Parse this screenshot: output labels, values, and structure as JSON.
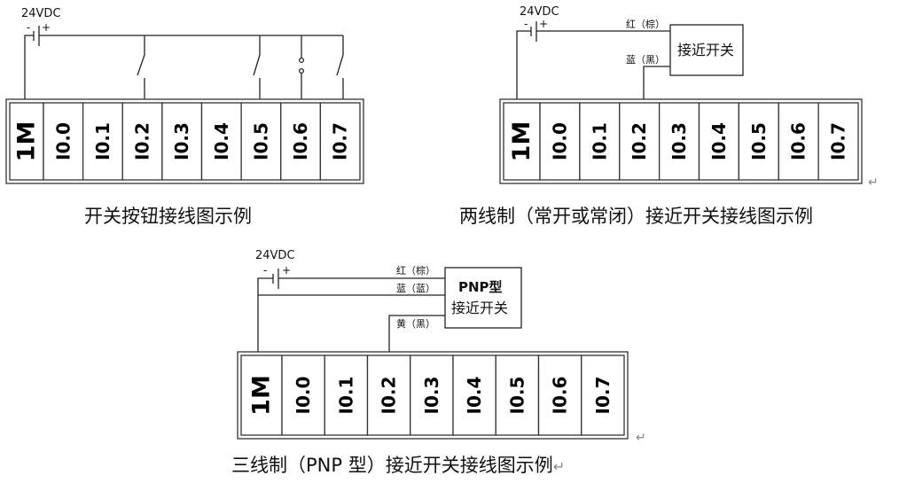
{
  "diagram1": {
    "power": {
      "voltage": "24VDC",
      "neg": "-",
      "pos": "+"
    },
    "terminals": [
      "1M",
      "I0.0",
      "I0.1",
      "I0.2",
      "I0.3",
      "I0.4",
      "I0.5",
      "I0.6",
      "I0.7"
    ],
    "caption": "开关按钮接线图示例"
  },
  "diagram2": {
    "power": {
      "voltage": "24VDC",
      "neg": "-",
      "pos": "+"
    },
    "sensor_label": "接近开关",
    "wire_red": "红（棕）",
    "wire_blue": "蓝（黑）",
    "terminals": [
      "1M",
      "I0.0",
      "I0.1",
      "I0.2",
      "I0.3",
      "I0.4",
      "I0.5",
      "I0.6",
      "I0.7"
    ],
    "caption": "两线制（常开或常闭）接近开关接线图示例"
  },
  "diagram3": {
    "power": {
      "voltage": "24VDC",
      "neg": "-",
      "pos": "+"
    },
    "sensor_label_top": "PNP型",
    "sensor_label_bottom": "接近开关",
    "wire_red": "红（棕）",
    "wire_blue": "蓝（蓝）",
    "wire_yellow": "黄（黑）",
    "terminals": [
      "1M",
      "I0.0",
      "I0.1",
      "I0.2",
      "I0.3",
      "I0.4",
      "I0.5",
      "I0.6",
      "I0.7"
    ],
    "caption": "三线制（PNP 型）接近开关接线图示例",
    "caption_mark": "↵"
  },
  "return_mark": "↵"
}
